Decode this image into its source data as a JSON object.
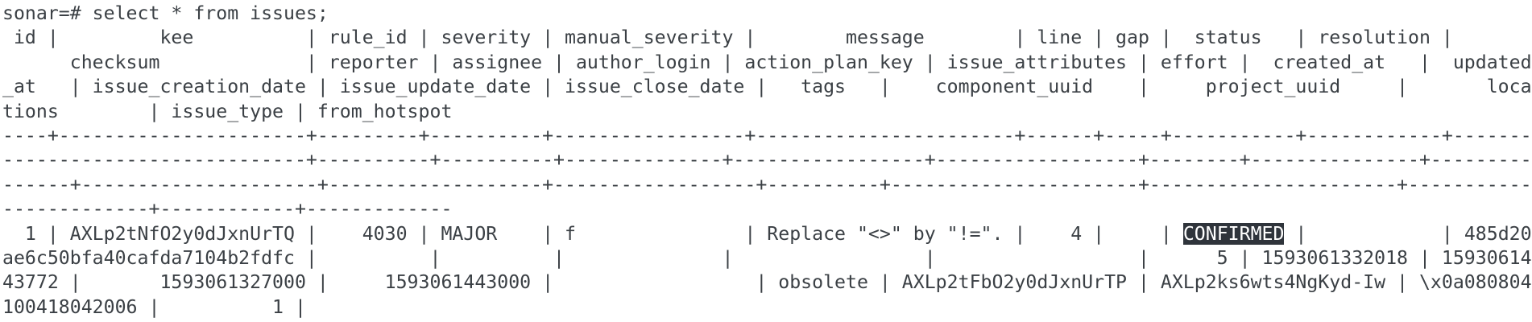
{
  "colors": {
    "background": "#ffffff",
    "text": "#3b4045",
    "highlight_bg": "#2f343b",
    "highlight_text": "#ffffff"
  },
  "terminal": {
    "prompt": "sonar=#",
    "command": "select * from issues;",
    "highlighted_text": "CONFIRMED",
    "lines": [
      [
        {
          "t": "sonar=# select * from issues;"
        }
      ],
      [
        {
          "t": " id |         kee          | rule_id | severity | manual_severity |        message        | line | gap |  status   | resolution |"
        }
      ],
      [
        {
          "t": "      checksum             | reporter | assignee | author_login | action_plan_key | issue_attributes | effort |  created_at   |  updated"
        }
      ],
      [
        {
          "t": "_at   | issue_creation_date | issue_update_date | issue_close_date |   tags   |    component_uuid    |     project_uuid     |       loca"
        }
      ],
      [
        {
          "t": "tions        | issue_type | from_hotspot"
        }
      ],
      [
        {
          "t": "----+----------------------+---------+----------+-----------------+-----------------------+------+-----+-----------+------------+-------"
        }
      ],
      [
        {
          "t": "---------------------------+----------+----------+--------------+-----------------+------------------+--------+---------------+---------"
        }
      ],
      [
        {
          "t": "------+---------------------+-------------------+------------------+----------+----------------------+----------------------+-----------"
        }
      ],
      [
        {
          "t": "-------------+------------+-------------"
        }
      ],
      [
        {
          "t": "  1 | AXLp2tNfO2y0dJxnUrTQ |    4030 | MAJOR    | f               | Replace \"<>\" by \"!=\". |    4 |     | "
        },
        {
          "t": "CONFIRMED",
          "hl": true
        },
        {
          "t": " |            | 485d20"
        }
      ],
      [
        {
          "t": "ae6c50bfa40cafda7104b2fdfc |          |          |              |                 |                  |      5 | 1593061332018 | 15930614"
        }
      ],
      [
        {
          "t": "43772 |       1593061327000 |     1593061443000 |                  | obsolete | AXLp2tFbO2y0dJxnUrTP | AXLp2ks6wts4NgKyd-Iw | \\x0a080804"
        }
      ],
      [
        {
          "t": "100418042006 |          1 |"
        }
      ]
    ]
  },
  "result_table": {
    "columns": [
      "id",
      "kee",
      "rule_id",
      "severity",
      "manual_severity",
      "message",
      "line",
      "gap",
      "status",
      "resolution",
      "checksum",
      "reporter",
      "assignee",
      "author_login",
      "action_plan_key",
      "issue_attributes",
      "effort",
      "created_at",
      "updated_at",
      "issue_creation_date",
      "issue_update_date",
      "issue_close_date",
      "tags",
      "component_uuid",
      "project_uuid",
      "locations",
      "issue_type",
      "from_hotspot"
    ],
    "row": {
      "id": "1",
      "kee": "AXLp2tNfO2y0dJxnUrTQ",
      "rule_id": "4030",
      "severity": "MAJOR",
      "manual_severity": "f",
      "message": "Replace \"<>\" by \"!=\".",
      "line": "4",
      "gap": "",
      "status": "CONFIRMED",
      "resolution": "",
      "checksum": "485d20ae6c50bfa40cafda7104b2fdfc",
      "reporter": "",
      "assignee": "",
      "author_login": "",
      "action_plan_key": "",
      "issue_attributes": "",
      "effort": "5",
      "created_at": "1593061332018",
      "updated_at": "1593061443772",
      "issue_creation_date": "1593061327000",
      "issue_update_date": "1593061443000",
      "issue_close_date": "",
      "tags": "obsolete",
      "component_uuid": "AXLp2tFbO2y0dJxnUrTP",
      "project_uuid": "AXLp2ks6wts4NgKyd-Iw",
      "locations": "\\x0a080804100418042006",
      "issue_type": "1",
      "from_hotspot": ""
    }
  }
}
